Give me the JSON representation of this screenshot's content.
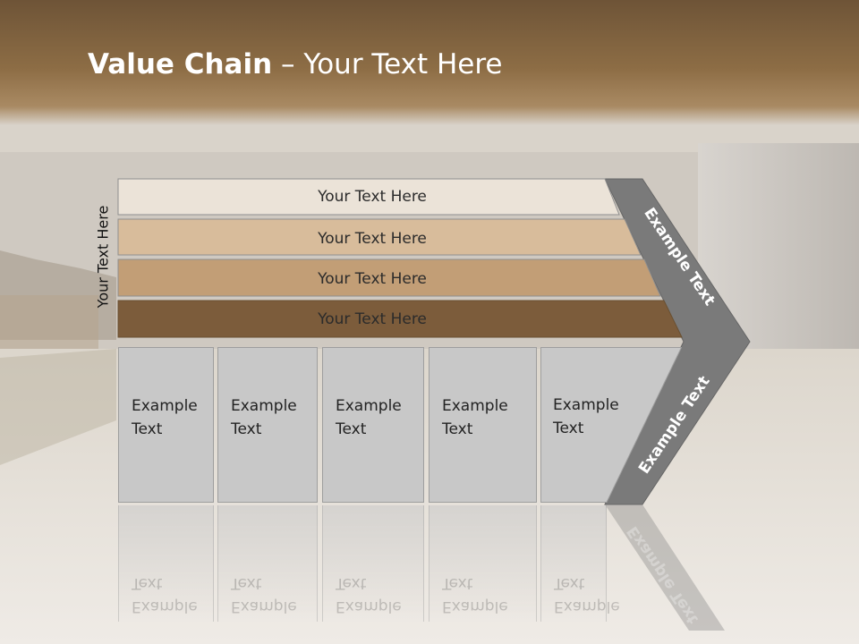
{
  "title": {
    "bold": "Value Chain",
    "rest": " – Your Text Here"
  },
  "side_label": "Your Text Here",
  "bars": [
    {
      "label": "Your Text Here",
      "color": "#ebe3d8"
    },
    {
      "label": "Your Text Here",
      "color": "#d8bc9b"
    },
    {
      "label": "Your Text Here",
      "color": "#c29e76"
    },
    {
      "label": "Your Text Here",
      "color": "#7c5c3b"
    }
  ],
  "boxes": [
    {
      "line1": "Example",
      "line2": "Text"
    },
    {
      "line1": "Example",
      "line2": "Text"
    },
    {
      "line1": "Example",
      "line2": "Text"
    },
    {
      "line1": "Example",
      "line2": "Text"
    },
    {
      "line1": "Example",
      "line2": "Text"
    }
  ],
  "arrow_upper_text": "Example Text",
  "arrow_lower_text": "Example Text",
  "colors": {
    "arrow": "#7a7a7a",
    "box": "#c8c8c8",
    "title_band": "#8d6d45"
  }
}
